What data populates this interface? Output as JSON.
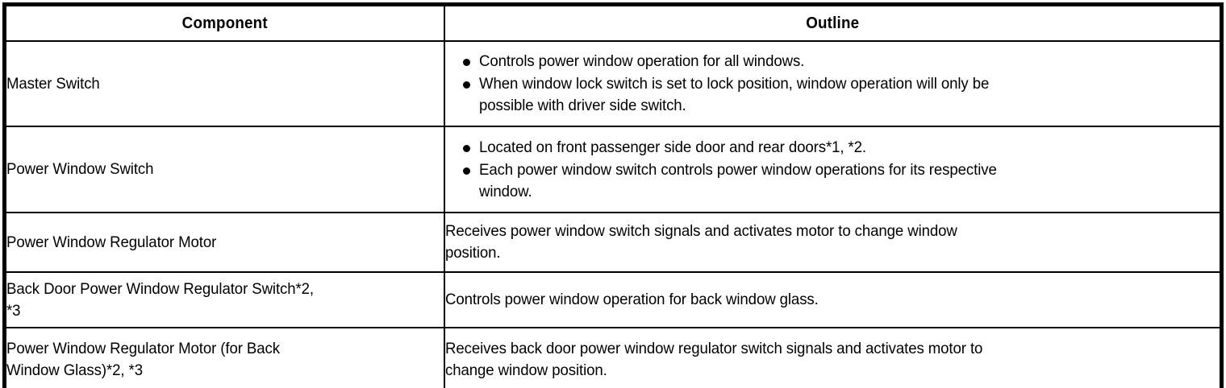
{
  "table": {
    "headers": {
      "component": "Component",
      "outline": "Outline"
    },
    "rows": [
      {
        "component": "Master Switch",
        "outline_type": "bullets",
        "outline_bullets": [
          "Controls power window operation for all windows.",
          "When window lock switch is set to lock position, window operation will only be\npossible with driver side switch."
        ]
      },
      {
        "component": "Power Window Switch",
        "outline_type": "bullets",
        "outline_bullets": [
          "Located on front passenger side door and rear doors*1, *2.",
          "Each power window switch controls power window operations for its respective\nwindow."
        ]
      },
      {
        "component": "Power Window Regulator Motor",
        "outline_type": "text",
        "outline_text": "Receives power window switch signals and activates motor to change window\nposition."
      },
      {
        "component": "Back Door Power Window Regulator Switch*2,\n*3",
        "outline_type": "text",
        "outline_text": "Controls power window operation for back window glass."
      },
      {
        "component": "Power Window Regulator Motor (for Back\nWindow Glass)*2, *3",
        "outline_type": "text",
        "outline_text": "Receives back door power window regulator switch signals and activates motor to\nchange window position."
      }
    ]
  },
  "colors": {
    "border": "#000000",
    "text": "#000000",
    "background": "#ffffff"
  }
}
